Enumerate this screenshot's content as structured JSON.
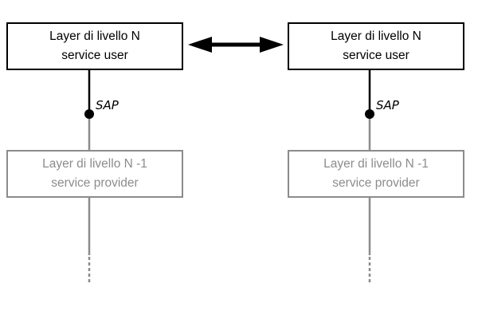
{
  "user_box_left": {
    "line1": "Layer di livello N",
    "line2": "service user"
  },
  "user_box_right": {
    "line1": "Layer di livello N",
    "line2": "service user"
  },
  "provider_box_left": {
    "line1": "Layer di livello N -1",
    "line2": "service provider"
  },
  "provider_box_right": {
    "line1": "Layer di livello N -1",
    "line2": "service provider"
  },
  "sap_left": "SAP",
  "sap_right": "SAP",
  "colors": {
    "user_stroke": "#000000",
    "provider_stroke": "#8c8c8c"
  }
}
